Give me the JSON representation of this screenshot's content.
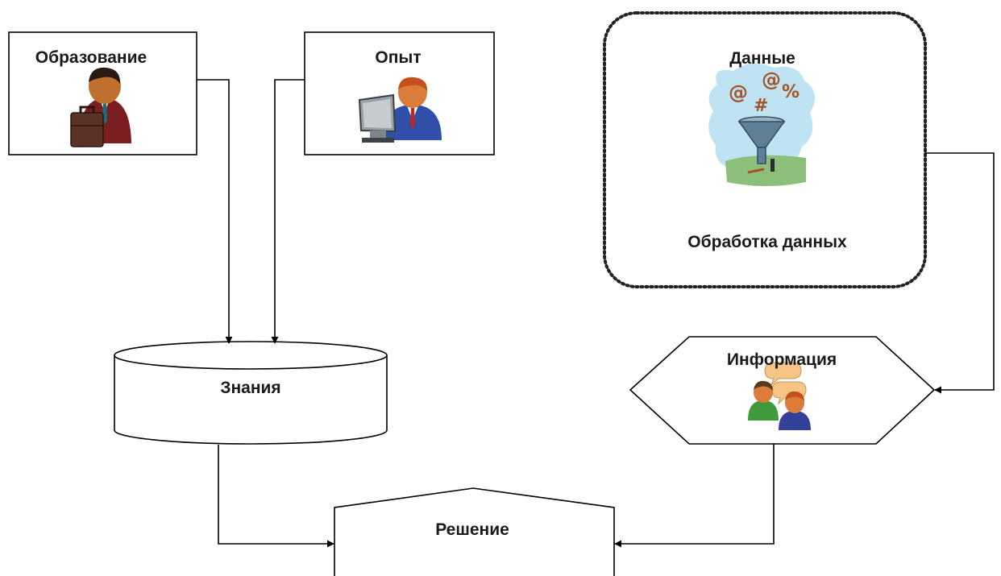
{
  "nodes": {
    "education": {
      "label": "Образование",
      "icon": "businessman-briefcase-icon"
    },
    "experience": {
      "label": "Опыт",
      "icon": "person-at-computer-icon"
    },
    "data": {
      "label": "Данные",
      "icon": "data-funnel-icon",
      "symbols": [
        "@",
        "@",
        "%",
        "#"
      ]
    },
    "processing": {
      "label": "Обработка данных"
    },
    "knowledge": {
      "label": "Знания"
    },
    "information": {
      "label": "Информация",
      "icon": "people-chatting-icon"
    },
    "decision": {
      "label": "Решение"
    }
  },
  "edges": [
    {
      "from": "Образование",
      "to": "Знания"
    },
    {
      "from": "Опыт",
      "to": "Знания"
    },
    {
      "from": "Обработка данных",
      "to": "Информация"
    },
    {
      "from": "Знания",
      "to": "Решение"
    },
    {
      "from": "Информация",
      "to": "Решение"
    }
  ]
}
